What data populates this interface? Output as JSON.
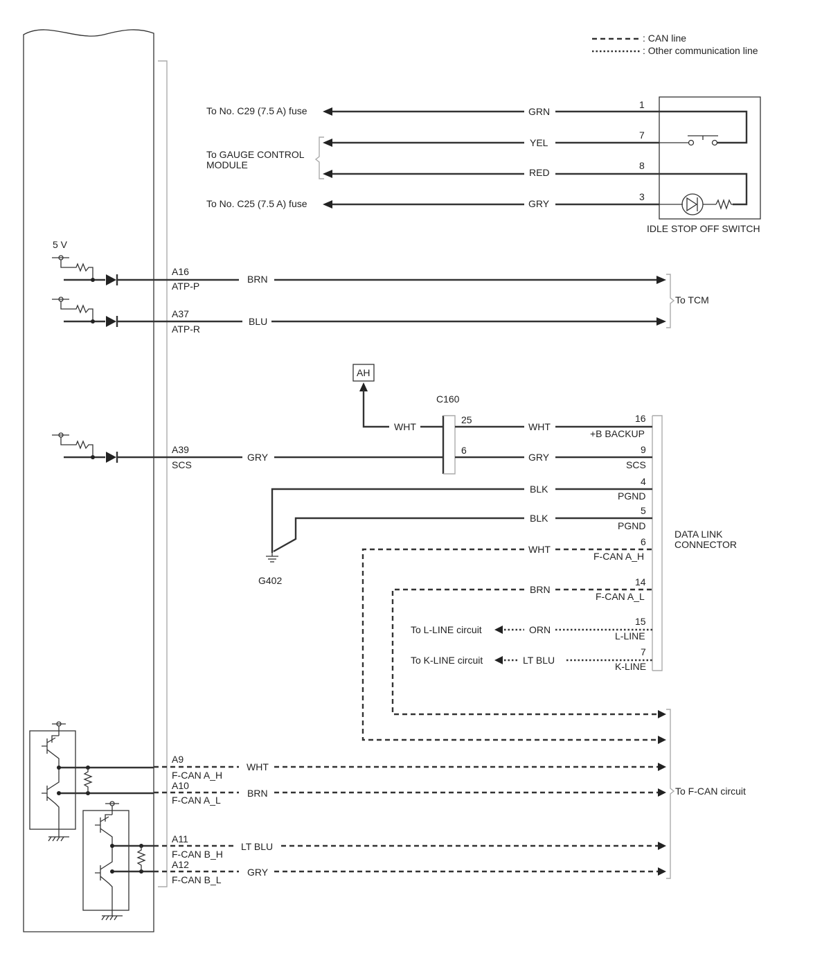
{
  "legend": {
    "can_line": ": CAN line",
    "other_line": ": Other communication line"
  },
  "top_wires": [
    {
      "label": "To No. C29 (7.5 A) fuse",
      "color": "GRN",
      "pin": "1"
    },
    {
      "label": "",
      "color": "YEL",
      "pin": "7"
    },
    {
      "label": "",
      "color": "RED",
      "pin": "8"
    },
    {
      "label": "To No. C25 (7.5 A) fuse",
      "color": "GRY",
      "pin": "3"
    }
  ],
  "gauge_label": [
    "To GAUGE CONTROL",
    "MODULE"
  ],
  "idle_switch": "IDLE STOP OFF SWITCH",
  "supply": "5 V",
  "tcm_wires": [
    {
      "pin": "A16",
      "signal": "ATP-P",
      "color": "BRN"
    },
    {
      "pin": "A37",
      "signal": "ATP-R",
      "color": "BLU"
    }
  ],
  "to_tcm": "To TCM",
  "ah": "AH",
  "c160": {
    "name": "C160",
    "pin_top": "25",
    "pin_bottom": "6"
  },
  "ah_wire_color": "WHT",
  "scs_wire": {
    "pin": "A39",
    "signal": "SCS",
    "color": "GRY"
  },
  "dlc_pins": [
    {
      "color": "WHT",
      "num": "16",
      "name": "+B BACKUP"
    },
    {
      "color": "GRY",
      "num": "9",
      "name": "SCS"
    },
    {
      "color": "BLK",
      "num": "4",
      "name": "PGND"
    },
    {
      "color": "BLK",
      "num": "5",
      "name": "PGND"
    },
    {
      "color": "WHT",
      "num": "6",
      "name": "F-CAN A_H"
    },
    {
      "color": "BRN",
      "num": "14",
      "name": "F-CAN A_L"
    },
    {
      "color": "ORN",
      "num": "15",
      "name": "L-LINE"
    },
    {
      "color": "LT BLU",
      "num": "7",
      "name": "K-LINE"
    }
  ],
  "dlc_label": [
    "DATA LINK",
    "CONNECTOR"
  ],
  "ground": "G402",
  "line_circuits": [
    "To L-LINE circuit",
    "To K-LINE circuit"
  ],
  "can_wires": [
    {
      "pin": "A9",
      "signal": "F-CAN A_H",
      "color": "WHT"
    },
    {
      "pin": "A10",
      "signal": "F-CAN A_L",
      "color": "BRN"
    },
    {
      "pin": "A11",
      "signal": "F-CAN B_H",
      "color": "LT BLU"
    },
    {
      "pin": "A12",
      "signal": "F-CAN B_L",
      "color": "GRY"
    }
  ],
  "to_fcan": "To F-CAN circuit"
}
